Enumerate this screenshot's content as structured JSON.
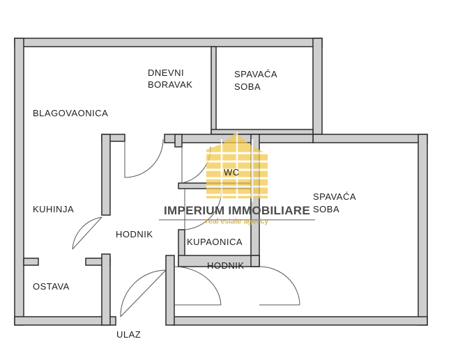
{
  "rooms": {
    "dnevni_boravak": [
      "DNEVNI",
      "BORAVAK"
    ],
    "spavaca_soba_top": [
      "SPAVAĆA",
      "SOBA"
    ],
    "blagovaonica": "BLAGOVAONICA",
    "wc": "WC",
    "spavaca_soba_right": [
      "SPAVAĆA",
      "SOBA"
    ],
    "kuhinja": "KUHINJA",
    "hodnik_main": "HODNIK",
    "kupaonica": "KUPAONICA",
    "hodnik_lower": "HODNIK",
    "ostava": "OSTAVA",
    "ulaz": "ULAZ"
  },
  "watermark": {
    "title": "IMPERIUM IMMOBILIARE",
    "subtitle": "real estate agency"
  },
  "colors": {
    "wall_fill": "#cfcfcf",
    "wall_stroke": "#2b2b2b",
    "door": "#555555",
    "watermark_gold": "#f2c94c",
    "watermark_text": "#4a4a4a"
  }
}
